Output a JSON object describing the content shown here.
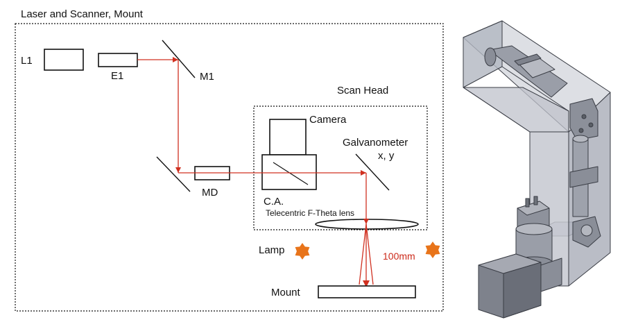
{
  "diagram": {
    "outer_box_label": "Laser and Scanner, Mount",
    "scan_head_label": "Scan Head",
    "components": {
      "laser": "L1",
      "expander": "E1",
      "mirror1": "M1",
      "dichroic": "MD",
      "camera": "Camera",
      "camera_adapter": "C.A.",
      "galvanometer": "Galvanometer",
      "galvanometer_axes": "x, y",
      "lens": "Telecentric F-Theta lens",
      "lamp": "Lamp",
      "mount": "Mount"
    },
    "working_distance": "100mm",
    "colors": {
      "beam": "#d03020",
      "lamp": "#e8741a",
      "outline": "#111111",
      "cad_body": "#b8bcc6",
      "cad_edge": "#3a3d45"
    }
  }
}
